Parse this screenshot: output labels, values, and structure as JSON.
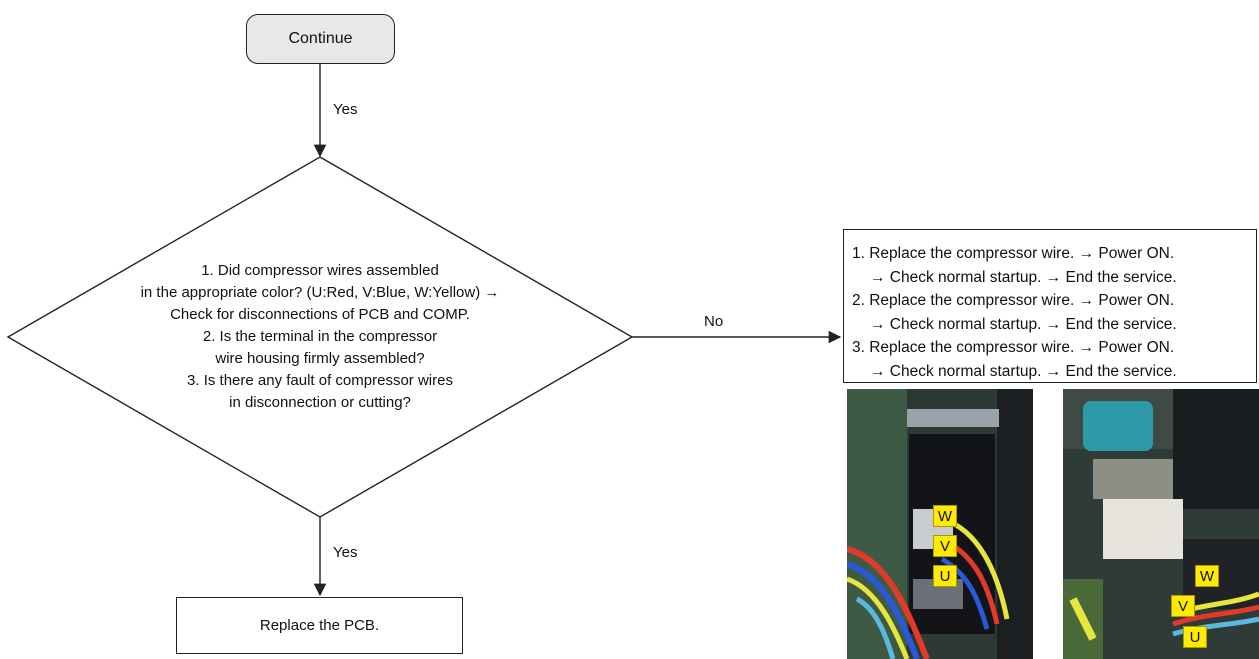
{
  "start": {
    "label": "Continue"
  },
  "edges": {
    "yes_top": "Yes",
    "no_right": "No",
    "yes_bottom": "Yes"
  },
  "decision": {
    "lines": [
      "1. Did compressor wires assembled",
      "in the appropriate color? (U:Red, V:Blue, W:Yellow) →",
      "Check for disconnections of PCB and COMP.",
      "2. Is the terminal in the compressor",
      "wire housing firmly assembled?",
      "3. Is there any fault of compressor wires",
      "in disconnection or cutting?"
    ]
  },
  "action": {
    "items": [
      {
        "step": "1.  Replace the compressor wire. → Power ON.",
        "sub": "→ Check normal startup. → End the service."
      },
      {
        "step": "2.  Replace the compressor wire. → Power ON.",
        "sub": "→ Check normal startup. → End the service."
      },
      {
        "step": "3.  Replace the compressor wire. → Power ON.",
        "sub": "→ Check normal startup. → End the service."
      }
    ]
  },
  "end": {
    "label": "Replace the PCB."
  },
  "photos": {
    "left": {
      "labels": [
        "W",
        "V",
        "U"
      ]
    },
    "right": {
      "labels": [
        "W",
        "V",
        "U"
      ]
    }
  },
  "colors": {
    "start_fill": "#e8e8e8",
    "tag_fill": "#ffea00",
    "line": "#222222"
  }
}
